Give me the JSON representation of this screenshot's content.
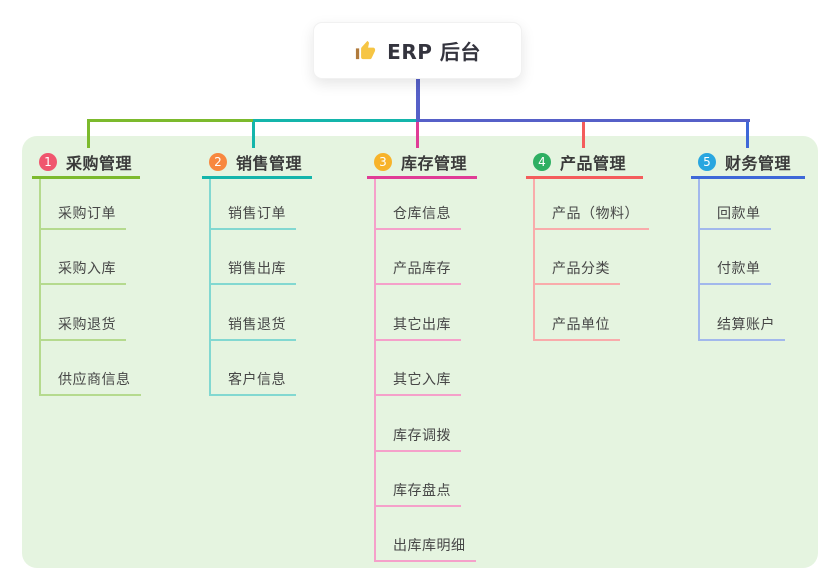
{
  "root": {
    "title": "ERP 后台",
    "icon": "thumbs-up"
  },
  "colors": {
    "canvas_bg": "#ffffff",
    "card_bg": "#ffffff",
    "panel_bg": "#e5f4e0",
    "trunk": "#5660c8",
    "title_text": "#34343e",
    "header_text": "#3a3a3a",
    "item_text": "#474747",
    "badge_text": "#ffffff",
    "thumb": "#f6c544",
    "thumb_cuff": "#b07a3c"
  },
  "branches": [
    {
      "num": "1",
      "label": "采购管理",
      "badge_color": "#f0566e",
      "line_color": "#7cba2d",
      "item_line_color": "#b5da8e",
      "items": [
        "采购订单",
        "采购入库",
        "采购退货",
        "供应商信息"
      ]
    },
    {
      "num": "2",
      "label": "销售管理",
      "badge_color": "#f8883f",
      "line_color": "#14b5ab",
      "item_line_color": "#82d8d1",
      "items": [
        "销售订单",
        "销售出库",
        "销售退货",
        "客户信息"
      ]
    },
    {
      "num": "3",
      "label": "库存管理",
      "badge_color": "#f7b32a",
      "line_color": "#e03c96",
      "item_line_color": "#f5a0ca",
      "items": [
        "仓库信息",
        "产品库存",
        "其它出库",
        "其它入库",
        "库存调拨",
        "库存盘点",
        "出库库明细"
      ]
    },
    {
      "num": "4",
      "label": "产品管理",
      "badge_color": "#2eaf62",
      "line_color": "#f45c5c",
      "item_line_color": "#f9abab",
      "items": [
        "产品（物料）",
        "产品分类",
        "产品单位"
      ]
    },
    {
      "num": "5",
      "label": "财务管理",
      "badge_color": "#29a6e0",
      "line_color": "#3e68d8",
      "item_line_color": "#a2b8ec",
      "items": [
        "回款单",
        "付款单",
        "结算账户"
      ]
    }
  ]
}
